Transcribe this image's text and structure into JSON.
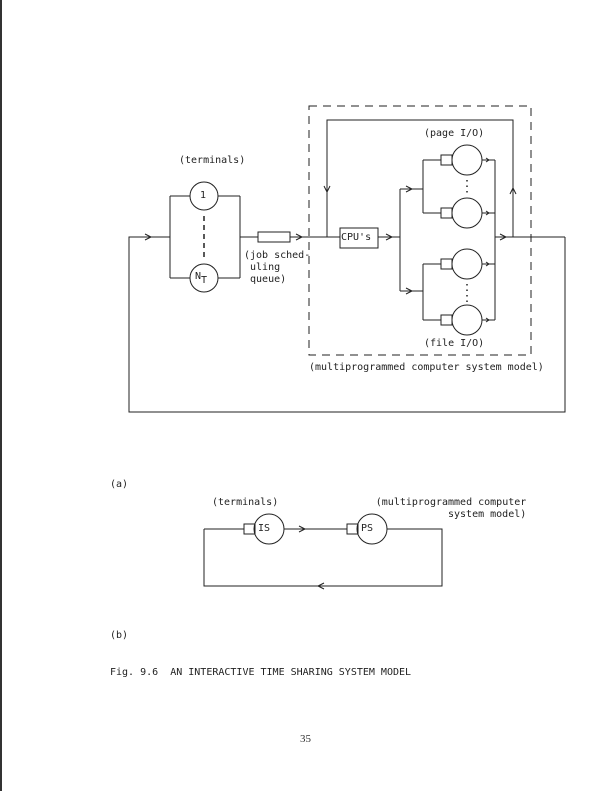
{
  "figure_a": {
    "terminals_label": "(terminals)",
    "terminal_first": "1",
    "terminal_last_main": "N",
    "terminal_last_sub": "T",
    "job_queue_label_lines": [
      "(job sched-",
      " uling",
      " queue)"
    ],
    "cpu_label": "CPU's",
    "page_io_label": "(page I/O)",
    "file_io_label": "(file I/O)",
    "system_model_label": "(multiprogrammed computer system model)",
    "panel_label": "(a)"
  },
  "figure_b": {
    "terminals_label": "(terminals)",
    "system_label_lines": [
      "(multiprogrammed computer",
      "system model)"
    ],
    "is_label": "IS",
    "ps_label": "PS",
    "panel_label": "(b)"
  },
  "caption": "Fig. 9.6  AN INTERACTIVE TIME SHARING SYSTEM MODEL",
  "page_number": "35",
  "colors": {
    "ink": "#222222",
    "paper": "#ffffff"
  }
}
